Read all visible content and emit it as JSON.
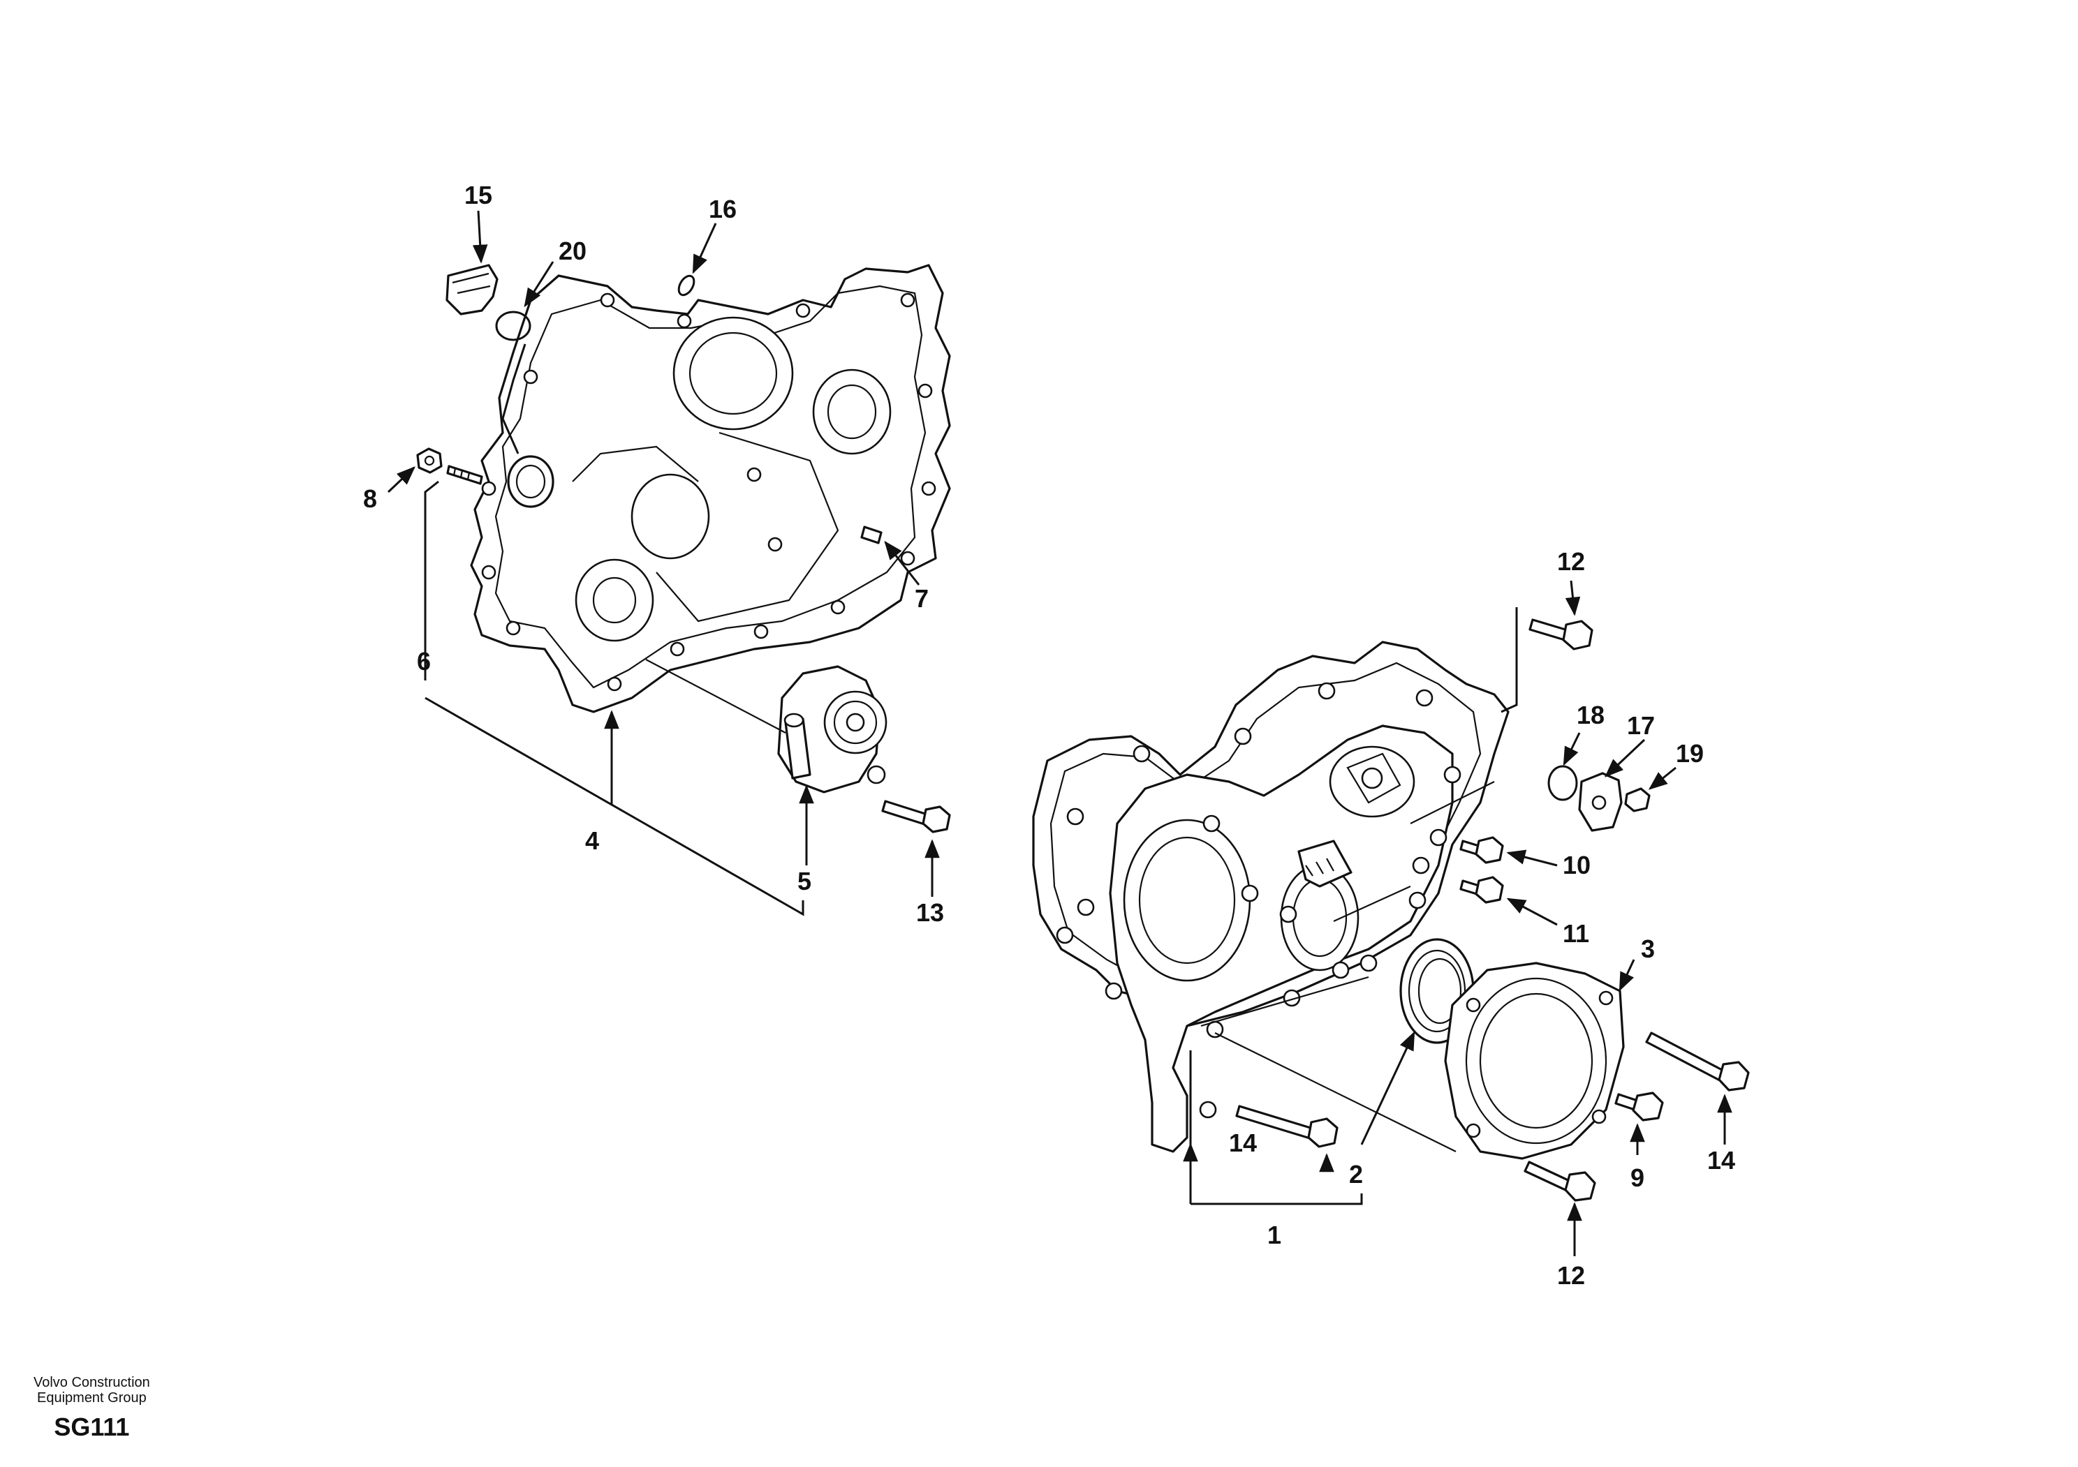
{
  "callouts": {
    "c1": "1",
    "c2": "2",
    "c3": "3",
    "c4": "4",
    "c5": "5",
    "c6": "6",
    "c7": "7",
    "c8": "8",
    "c9": "9",
    "c10": "10",
    "c11": "11",
    "c12a": "12",
    "c12b": "12",
    "c13": "13",
    "c14a": "14",
    "c14b": "14",
    "c15": "15",
    "c16": "16",
    "c17": "17",
    "c18": "18",
    "c19": "19",
    "c20": "20"
  },
  "footer": {
    "line1": "Volvo Construction",
    "line2": "Equipment Group",
    "code": "SG111"
  }
}
